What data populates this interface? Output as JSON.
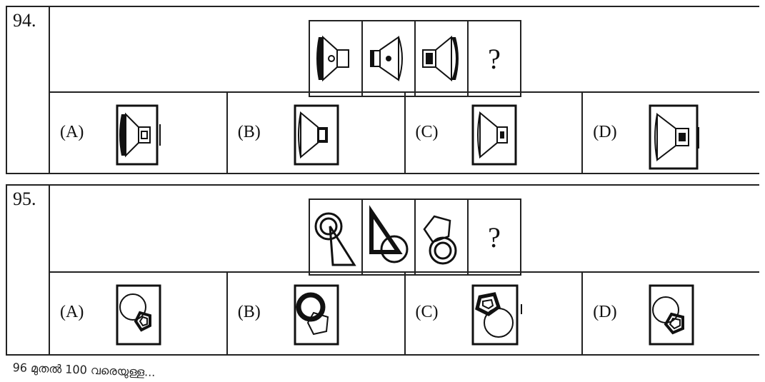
{
  "questions": [
    {
      "number": "94.",
      "series_figures": [
        "speaker-left-icon",
        "speaker-right-icon",
        "speaker-right-outline-icon"
      ],
      "series_question": "?",
      "options": [
        {
          "label": "(A)",
          "figure": "speaker-option-a-icon"
        },
        {
          "label": "(B)",
          "figure": "speaker-option-b-icon"
        },
        {
          "label": "(C)",
          "figure": "speaker-option-c-icon"
        },
        {
          "label": "(D)",
          "figure": "speaker-option-d-icon"
        }
      ]
    },
    {
      "number": "95.",
      "series_figures": [
        "circle-triangle-icon",
        "triangle-circle-icon",
        "pentagon-circle-icon"
      ],
      "series_question": "?",
      "options": [
        {
          "label": "(A)",
          "figure": "circle-pentagon-option-a-icon"
        },
        {
          "label": "(B)",
          "figure": "circle-pentagon-option-b-icon"
        },
        {
          "label": "(C)",
          "figure": "circle-pentagon-option-c-icon"
        },
        {
          "label": "(D)",
          "figure": "circle-pentagon-option-d-icon"
        }
      ]
    }
  ],
  "footer_text": "96 മുതൽ 100 വരെയുള്ള..."
}
